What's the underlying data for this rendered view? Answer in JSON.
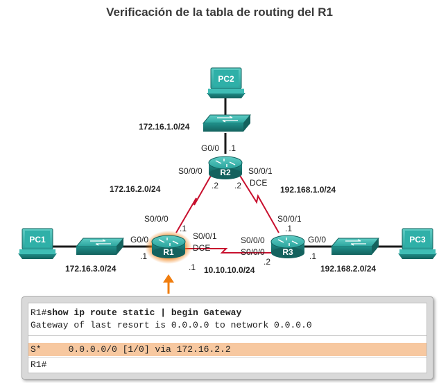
{
  "title": "Verificación de la tabla de routing del R1",
  "devices": {
    "r1": "R1",
    "r2": "R2",
    "r3": "R3",
    "pc1": "PC1",
    "pc2": "PC2",
    "pc3": "PC3"
  },
  "networks": {
    "n1": "172.16.1.0/24",
    "n2": "172.16.2.0/24",
    "n3": "172.16.3.0/24",
    "n4": "192.168.1.0/24",
    "n5": "192.168.2.0/24",
    "n6": "10.10.10.0/24"
  },
  "interfaces": {
    "r2_g00": "G0/0",
    "r2_g00_ip": ".1",
    "r2_s000": "S0/0/0",
    "r2_s000_ip": ".2",
    "r2_s001": "S0/0/1",
    "r2_s001_dce": "DCE",
    "r2_s001_ip": ".2",
    "r1_g00": "G0/0",
    "r1_g00_ip": ".1",
    "r1_s000": "S0/0/0",
    "r1_s000_ip": ".1",
    "r1_s001": "S0/0/1",
    "r1_s001_dce": "DCE",
    "r1_s001_ip": ".1",
    "r3_s001": "S0/0/1",
    "r3_s001_ip": ".1",
    "r3_g00": "G0/0",
    "r3_g00_ip": ".1",
    "r3_s000a": "S0/0/0",
    "r3_s000b": "S0/0/0",
    "r3_s000_ip": ".2"
  },
  "terminal": {
    "line1_prompt": "R1#",
    "line1_cmd": "show ip route static | begin Gateway",
    "line2": "Gateway of last resort is 0.0.0.0 to network 0.0.0.0",
    "line3": "S*     0.0.0.0/0 [1/0] via 172.16.2.2",
    "line4": "R1#"
  },
  "colors": {
    "device": "#1f8f8a",
    "serial_link": "#c8102e",
    "ethernet_link": "#1a1a1a",
    "highlight_glow": "#f07d0e",
    "pointer_arrow": "#f07d0e",
    "terminal_highlight": "#f7c8a0"
  }
}
